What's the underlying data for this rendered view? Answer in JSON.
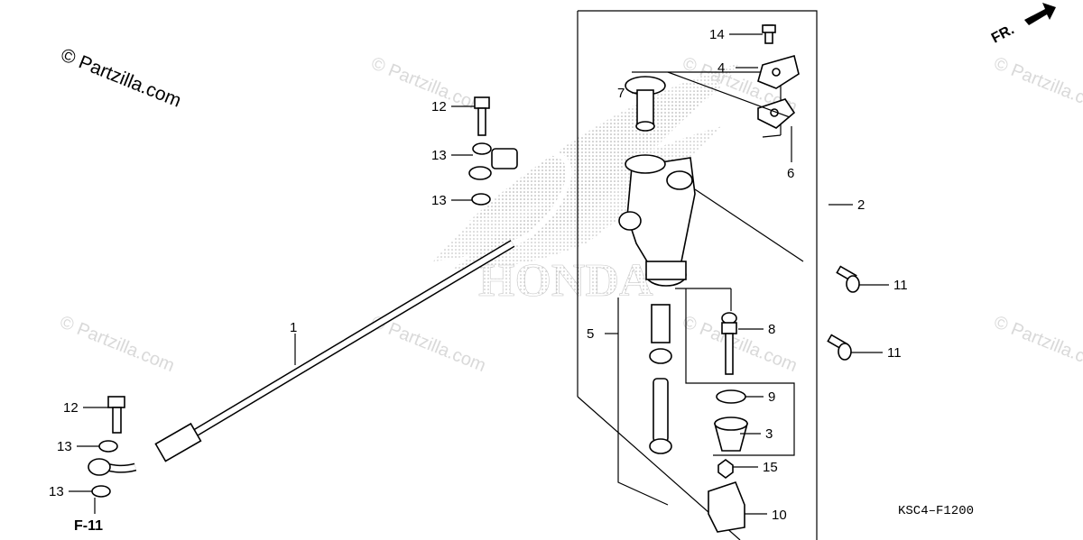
{
  "copyright": "© Partzilla.com",
  "watermark": "© Partzilla.com",
  "brand_watermark": "HONDA",
  "direction_label": "FR.",
  "reference_label": "F-11",
  "diagram_code": "KSC4–F1200",
  "callouts": [
    "1",
    "2",
    "3",
    "4",
    "5",
    "6",
    "7",
    "8",
    "9",
    "10",
    "11",
    "11",
    "12",
    "12",
    "13",
    "13",
    "13",
    "13",
    "14",
    "15"
  ]
}
